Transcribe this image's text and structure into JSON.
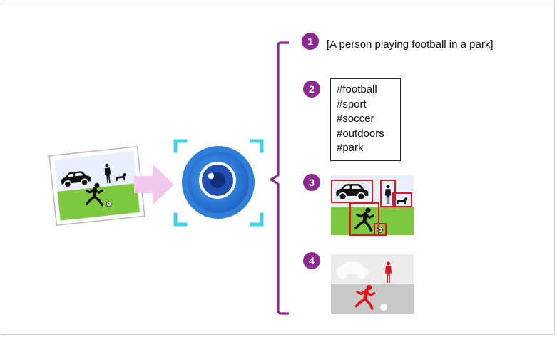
{
  "caption": "[A person playing football in a park]",
  "tags": [
    "#football",
    "#sport",
    "#soccer",
    "#outdoors",
    "#park"
  ],
  "steps": [
    "1",
    "2",
    "3",
    "4"
  ],
  "colors": {
    "step_badge": "#8b2a8f",
    "bracket": "#8b2a8f",
    "arrow": "#f2c8ec",
    "sky": "#e8f0ff",
    "grass": "#7ec840",
    "detection_box": "#e0141e",
    "segmentation": "#e0141e",
    "scan_corners": "#3ed0ea",
    "lens_outer": "#2f7fd8"
  },
  "icons": [
    "photo-icon",
    "arrow-icon",
    "vision-eye-icon",
    "bracket-icon",
    "detection-image-icon",
    "segmentation-image-icon"
  ]
}
